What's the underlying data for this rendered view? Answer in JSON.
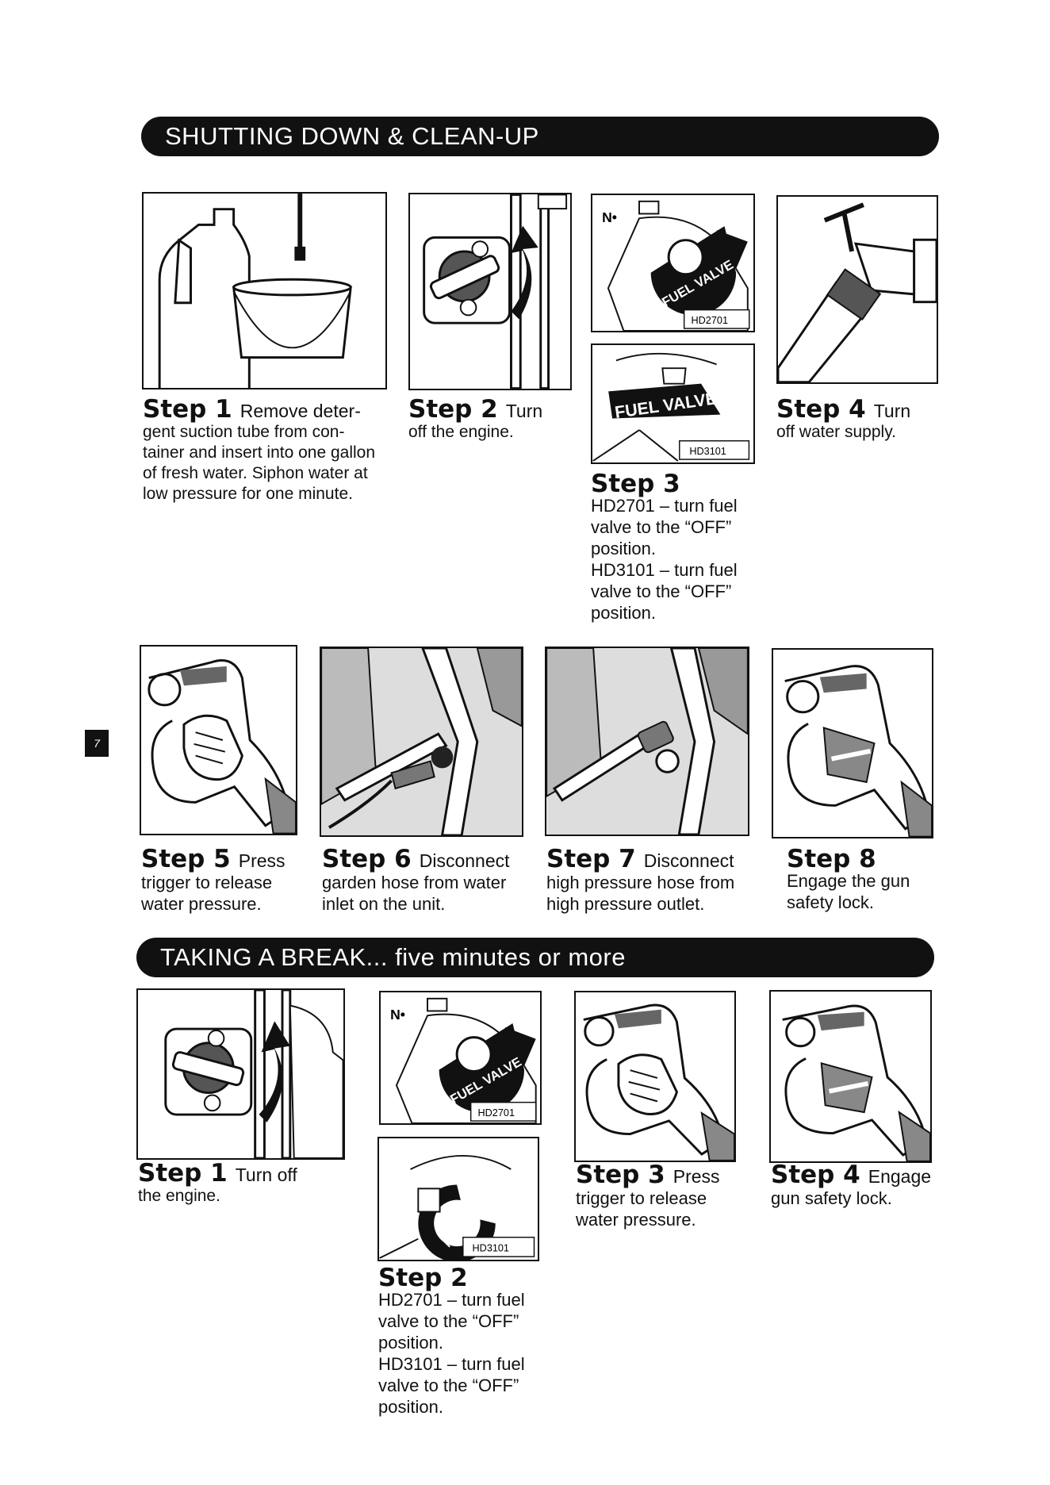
{
  "banners": {
    "shutdown": "SHUTTING DOWN & CLEAN-UP",
    "break": "TAKING A BREAK... five minutes or more"
  },
  "page_number": "7",
  "figure_labels": {
    "fuel_valve": "FUEL VALVE",
    "n_symbol": "N•",
    "hd2701": "HD2701",
    "hd3101": "HD3101"
  },
  "shutdown_steps": [
    {
      "label": "Step 1",
      "lead": "Remove deter-",
      "text": [
        "gent suction tube from con-",
        "tainer and insert into one gallon",
        "of fresh water. Siphon water at",
        "low pressure for one minute."
      ]
    },
    {
      "label": "Step 2",
      "lead": "Turn",
      "text": [
        "off the engine."
      ]
    },
    {
      "label": "Step 3",
      "lines": [
        "HD2701 – turn fuel",
        "valve to the “OFF”",
        "position.",
        "HD3101 – turn fuel",
        "valve to the “OFF”",
        "position."
      ]
    },
    {
      "label": "Step 4",
      "lead": "Turn",
      "text": [
        "off water supply."
      ]
    },
    {
      "label": "Step 5",
      "lead": "Press",
      "text": [
        "trigger to release",
        "water pressure."
      ]
    },
    {
      "label": "Step 6",
      "lead": "Disconnect",
      "text": [
        "garden hose from water",
        "inlet on the unit."
      ]
    },
    {
      "label": "Step 7",
      "lead": "Disconnect",
      "text": [
        "high pressure hose from",
        "high pressure outlet."
      ]
    },
    {
      "label": "Step 8",
      "text": [
        "Engage the gun",
        "safety lock."
      ]
    }
  ],
  "break_steps": [
    {
      "label": "Step 1",
      "lead": "Turn off",
      "text": [
        "the engine."
      ]
    },
    {
      "label": "Step 2",
      "lines": [
        "HD2701 – turn fuel",
        "valve to the “OFF”",
        "position.",
        "HD3101 – turn fuel",
        "valve to the “OFF”",
        "position."
      ]
    },
    {
      "label": "Step 3",
      "lead": "Press",
      "text": [
        "trigger to release",
        "water pressure."
      ]
    },
    {
      "label": "Step 4",
      "lead": "Engage",
      "text": [
        "gun safety lock."
      ]
    }
  ]
}
